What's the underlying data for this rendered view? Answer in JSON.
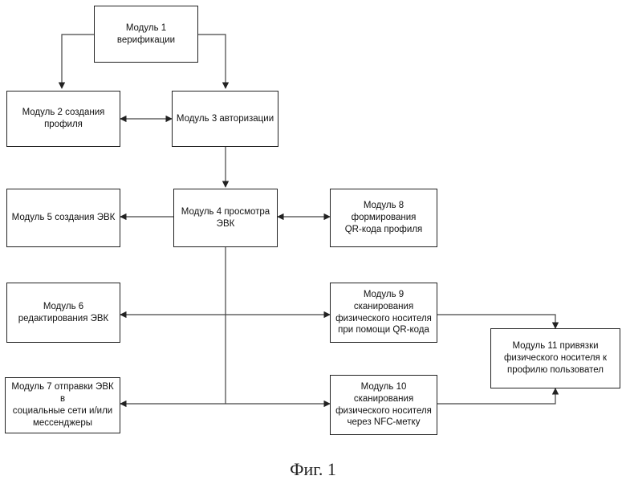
{
  "modules": {
    "m1": "Модуль 1\nверификации",
    "m2": "Модуль 2 создания\nпрофиля",
    "m3": "Модуль 3 авторизации",
    "m4": "Модуль 4 просмотра\nЭВК",
    "m5": "Модуль 5 создания ЭВК",
    "m6": "Модуль 6\nредактирования ЭВК",
    "m7": "Модуль 7 отправки ЭВК в\nсоциальные сети и/или\nмессенджеры",
    "m8": "Модуль 8 формирования\nQR-кода профиля",
    "m9": "Модуль 9 сканирования\nфизического носителя\nпри помощи QR-кода",
    "m10": "Модуль 10 сканирования\nфизического носителя\nчерез NFC-метку",
    "m11": "Модуль 11 привязки\nфизического носителя к\nпрофилю пользовател"
  },
  "caption": "Фиг. 1"
}
